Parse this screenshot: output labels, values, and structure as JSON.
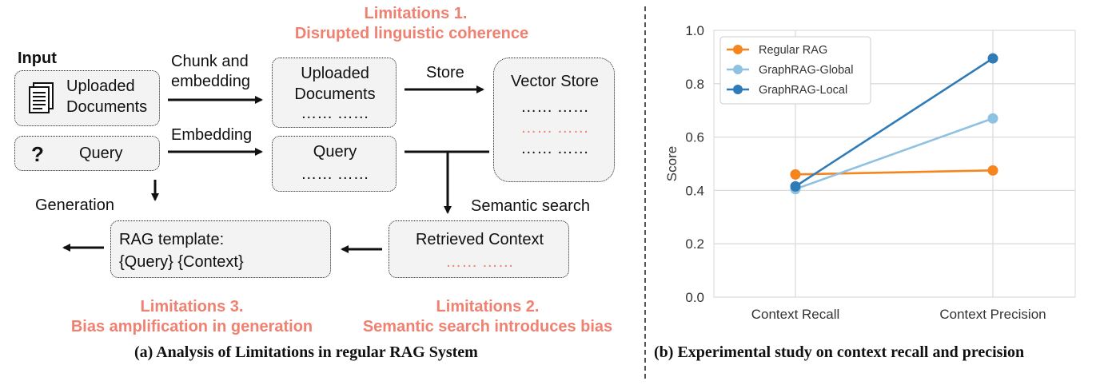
{
  "left": {
    "limitation1": {
      "title": "Limitations 1.",
      "subtitle": "Disrupted linguistic coherence"
    },
    "limitation2": {
      "title": "Limitations 2.",
      "subtitle": "Semantic search introduces bias"
    },
    "limitation3": {
      "title": "Limitations 3.",
      "subtitle": "Bias amplification in generation"
    },
    "input_label": "Input",
    "uploaded_docs": {
      "line1": "Uploaded",
      "line2": "Documents"
    },
    "query_label": "Query",
    "query_symbol": "?",
    "chunk_label": {
      "line1": "Chunk and",
      "line2": "embedding"
    },
    "embedding_label": "Embedding",
    "store_label": "Store",
    "chunked_docs": {
      "line1": "Uploaded",
      "line2": "Documents",
      "dots": "…… ……"
    },
    "embedded_query": {
      "line1": "Query",
      "dots": "…… ……"
    },
    "vector_store": {
      "title": "Vector Store",
      "row1": "…… ……",
      "row2": "…… ……",
      "row3": "…… ……"
    },
    "semantic_search_label": "Semantic search",
    "generation_label": "Generation",
    "retrieved_context": {
      "title": "Retrieved Context",
      "dots": "…… ……"
    },
    "rag_template": {
      "line1": "RAG template:",
      "line2": "{Query}  {Context}"
    },
    "caption": "(a) Analysis of Limitations in regular RAG System"
  },
  "right": {
    "caption": "(b) Experimental study on context recall and precision"
  },
  "colors": {
    "limitation": "#f08070",
    "regular_rag": "#f5861f",
    "graphrag_global": "#8fc2e0",
    "graphrag_local": "#2f7bb8"
  },
  "chart_data": {
    "type": "line",
    "categories": [
      "Context Recall",
      "Context Precision"
    ],
    "series": [
      {
        "name": "Regular RAG",
        "values": [
          0.46,
          0.475
        ],
        "color": "#f5861f"
      },
      {
        "name": "GraphRAG-Global",
        "values": [
          0.405,
          0.67
        ],
        "color": "#8fc2e0"
      },
      {
        "name": "GraphRAG-Local",
        "values": [
          0.415,
          0.895
        ],
        "color": "#2f7bb8"
      }
    ],
    "ylabel": "Score",
    "ylim": [
      0,
      1
    ],
    "yticks": [
      "0.0",
      "0.2",
      "0.4",
      "0.6",
      "0.8",
      "1.0"
    ],
    "ytick_values": [
      0,
      0.2,
      0.4,
      0.6,
      0.8,
      1.0
    ],
    "grid": true,
    "legend_placement": "top-left"
  }
}
